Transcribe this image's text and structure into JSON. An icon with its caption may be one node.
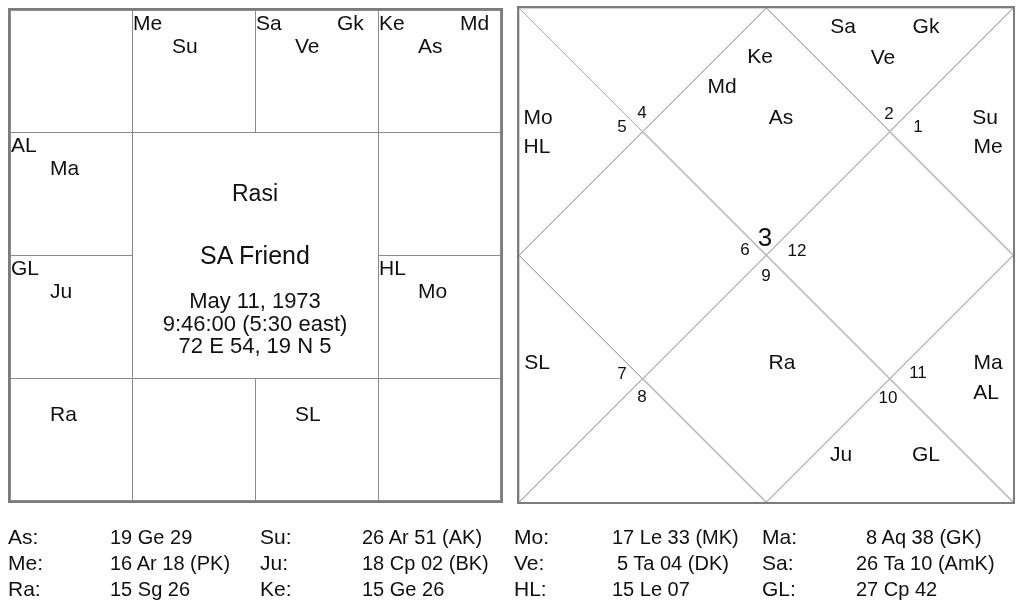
{
  "diagram": {
    "nodes": [
      {
        "text": [],
        "shape": "box"
      },
      {
        "text": [
          "Me",
          "Su"
        ]
      },
      {
        "text": [
          "Sa",
          "Gk",
          "Ve"
        ]
      },
      {
        "text": [
          "Ke",
          "Md",
          "As"
        ]
      },
      {
        "text": [
          "AL",
          "Ma"
        ]
      },
      {
        "text": [
          "Rasi",
          "SA Friend",
          "May 11, 1973",
          "9:46:00 (5:30 east)",
          "72 E 54, 19 N 5"
        ]
      },
      {
        "text": [],
        "shape": "box"
      },
      {
        "text": [
          "GL",
          "Ju"
        ]
      },
      {
        "text": [
          "HL",
          "Mo"
        ]
      },
      {
        "text": [
          "Ra"
        ]
      },
      {
        "text": [],
        "shape": "box"
      },
      {
        "text": [
          "SL"
        ]
      },
      {
        "text": [],
        "shape": "box"
      },
      {
        "text": [
          "Ke",
          "Md",
          "As",
          "3"
        ]
      },
      {
        "text": [
          "4"
        ]
      },
      {
        "text": [
          "Mo",
          "5",
          "HL"
        ]
      },
      {
        "text": [
          "6"
        ]
      },
      {
        "text": [
          "SL",
          "7"
        ]
      },
      {
        "text": [
          "8"
        ]
      },
      {
        "text": [
          "9",
          "Ra"
        ]
      },
      {
        "text": [
          "10",
          "Ju",
          "GL"
        ]
      },
      {
        "text": [
          "Ma",
          "11",
          "AL"
        ]
      },
      {
        "text": [
          "12"
        ]
      },
      {
        "text": [
          "Su",
          "1",
          "Me"
        ]
      },
      {
        "text": [
          "Sa",
          "Gk",
          "Ve",
          "2"
        ]
      }
    ],
    "labels": [
      "As:",
      "19 Ge 29",
      "Su:",
      "26 Ar 51 (AK)",
      "Mo:",
      "17 Le 33 (MK)",
      "Ma:",
      "8 Aq 38 (GK)",
      "Me:",
      "16 Ar 18 (PK)",
      "Ju:",
      "18 Cp 02 (BK)",
      "Ve:",
      "5 Ta 04 (DK)",
      "Sa:",
      "26 Ta 10 (AmK)",
      "Ra:",
      "15 Sg 26",
      "Ke:",
      "15 Ge 26",
      "HL:",
      "15 Le 07",
      "GL:",
      "27 Cp 42"
    ]
  }
}
